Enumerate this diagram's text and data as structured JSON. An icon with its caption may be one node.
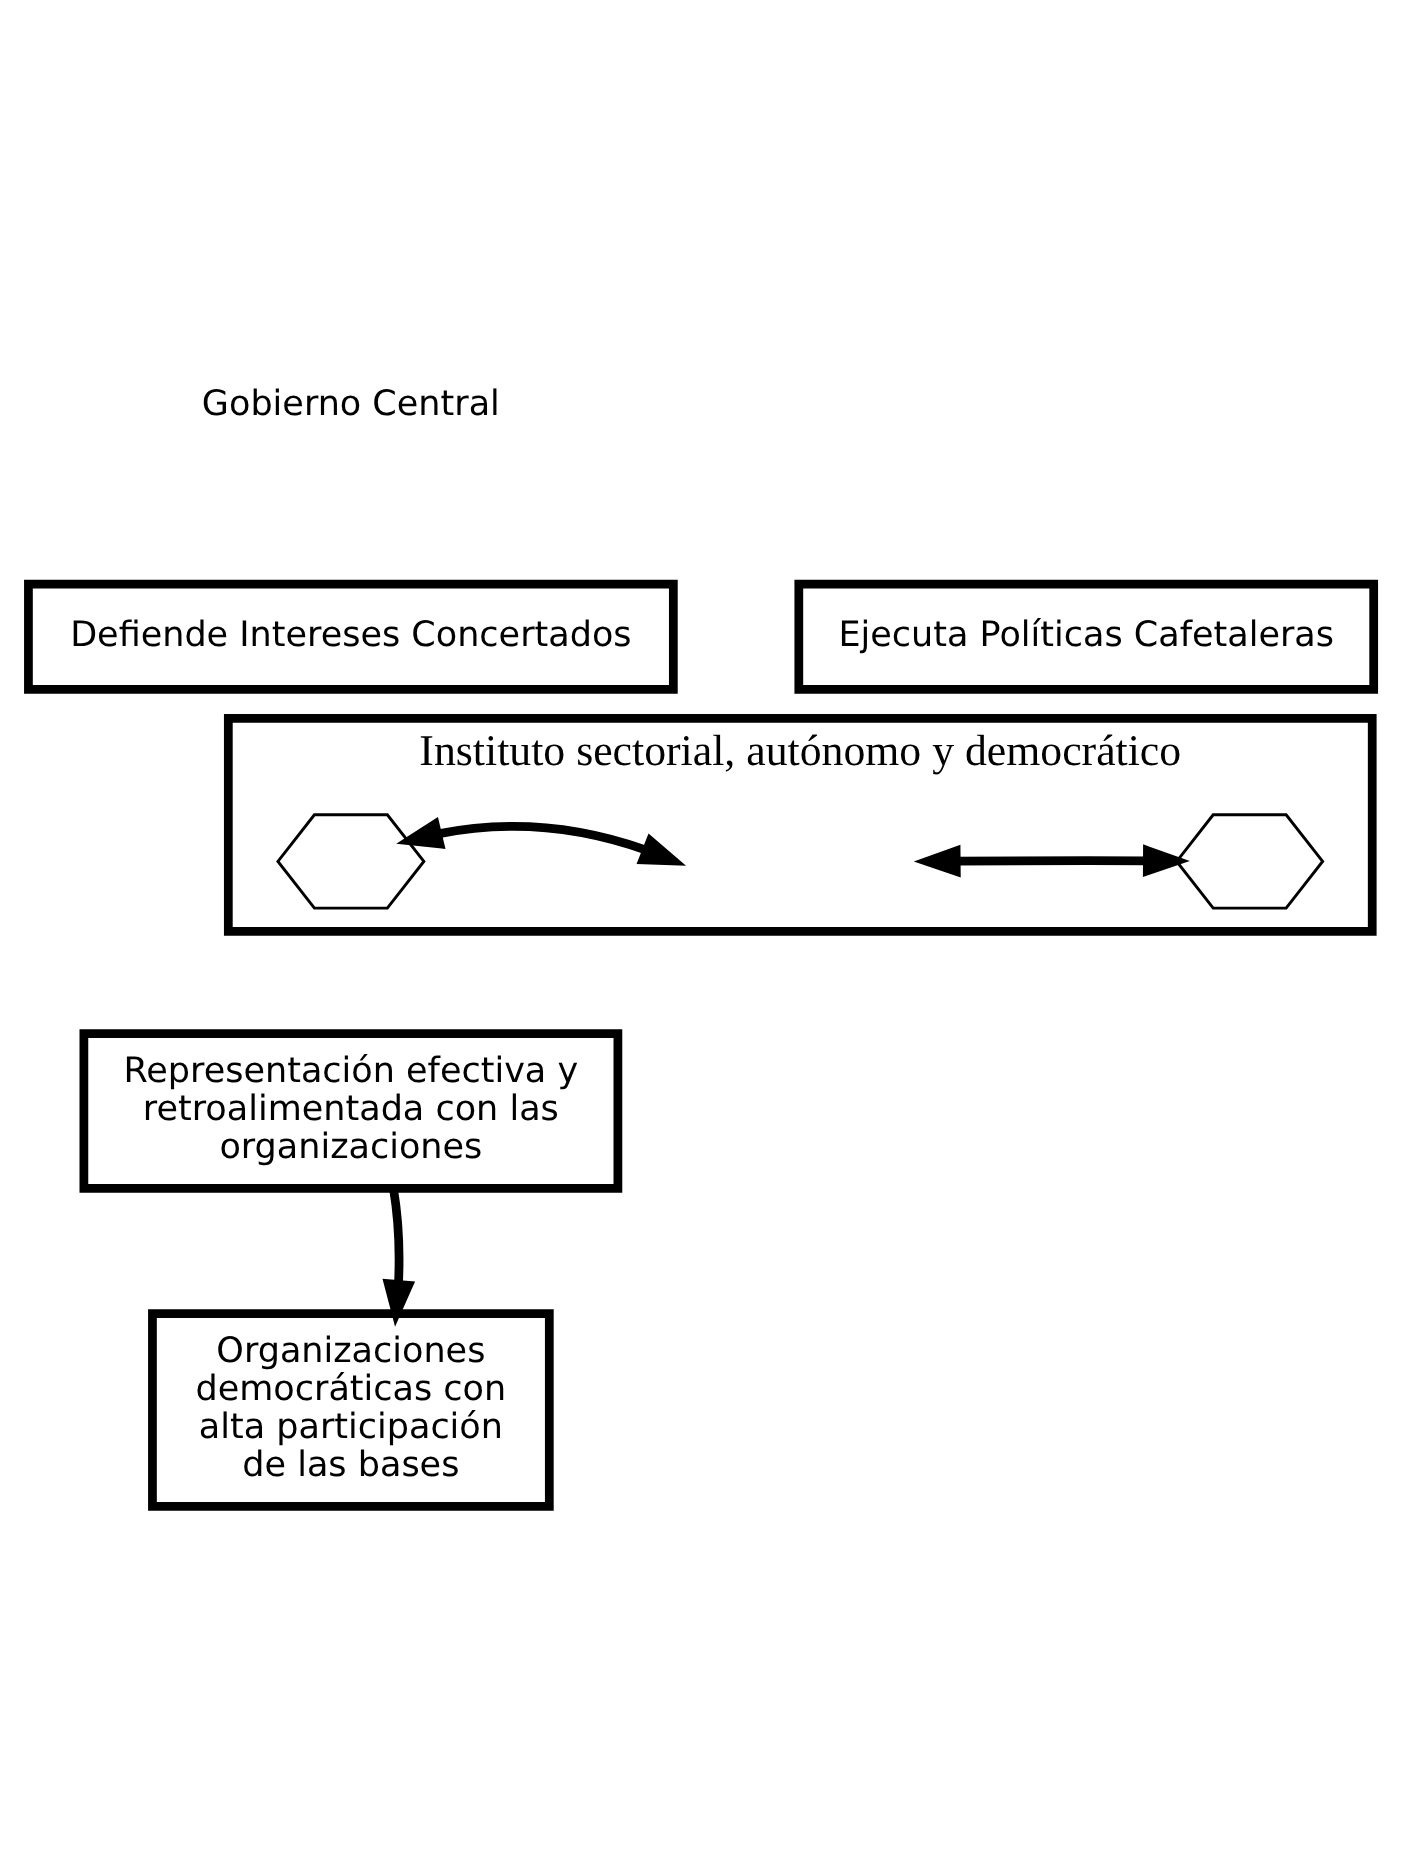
{
  "diagram": {
    "nodes": [
      {
        "text": [
          "Gobierno Central"
        ]
      },
      {
        "text": [
          "Defiende Intereses Concertados"
        ]
      },
      {
        "text": [
          "Ejecuta Políticas Cafetaleras"
        ]
      },
      {
        "text": [
          "Instituto sectorial, autónomo y democrático"
        ]
      },
      {
        "text": [],
        "shape": "hexagon",
        "in": 3
      },
      {
        "text": [],
        "shape": "hexagon",
        "in": 3
      },
      {
        "text": [
          "Representación efectiva y retroalimentada con las organizaciones"
        ]
      },
      {
        "text": [
          "Organizaciones democráticas con alta participación de las bases"
        ]
      }
    ],
    "edges": [
      {
        "from": 4,
        "to": null,
        "arrow": "both"
      },
      {
        "from": null,
        "to": 5,
        "arrow": "both"
      },
      {
        "from": 6,
        "to": 7,
        "arrow": "to"
      }
    ]
  }
}
